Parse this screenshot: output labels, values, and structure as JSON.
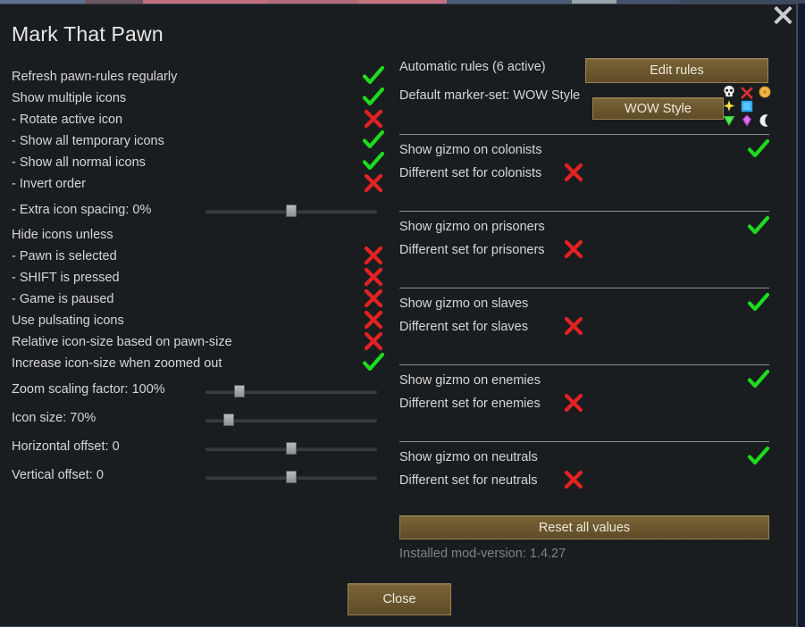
{
  "window": {
    "title": "Mark That Pawn",
    "close_icon": "close-icon"
  },
  "left_column": {
    "options": [
      {
        "label": "Refresh pawn-rules regularly",
        "state": "check"
      },
      {
        "label": "Show multiple icons",
        "state": "check"
      },
      {
        "label": "- Rotate active icon",
        "state": "cross"
      },
      {
        "label": "- Show all temporary icons",
        "state": "check"
      },
      {
        "label": "- Show all normal icons",
        "state": "check"
      },
      {
        "label": "- Invert order",
        "state": "cross"
      }
    ],
    "spacing_slider": {
      "label": "- Extra icon spacing: 0%",
      "value": 50
    },
    "options2": [
      {
        "label": "Hide icons unless",
        "state": "none"
      },
      {
        "label": "- Pawn is selected",
        "state": "cross"
      },
      {
        "label": "- SHIFT is pressed",
        "state": "cross"
      },
      {
        "label": "- Game is paused",
        "state": "cross"
      },
      {
        "label": "Use pulsating icons",
        "state": "cross"
      },
      {
        "label": "Relative icon-size based on pawn-size",
        "state": "cross"
      },
      {
        "label": "Increase icon-size when zoomed out",
        "state": "check"
      }
    ],
    "sliders": [
      {
        "label": "Zoom scaling factor: 100%",
        "value": 18
      },
      {
        "label": "Icon size: 70%",
        "value": 11
      },
      {
        "label": "Horizontal offset: 0",
        "value": 50
      },
      {
        "label": "Vertical offset: 0",
        "value": 50
      }
    ]
  },
  "right_column": {
    "automatic_rules_label": "Automatic rules (6 active)",
    "edit_rules_button": "Edit rules",
    "marker_set_label": "Default marker-set: WOW Style",
    "marker_set_button": "WOW Style",
    "marker_icons": [
      "skull-icon",
      "red-x-icon",
      "gold-coin-icon",
      "yellow-sparkle-icon",
      "blue-square-icon",
      "green-triangle-icon",
      "purple-diamond-icon",
      "white-moon-icon"
    ],
    "groups": [
      {
        "show_label": "Show gizmo on colonists",
        "show_state": "check",
        "diff_label": "Different set for colonists",
        "diff_state": "cross"
      },
      {
        "show_label": "Show gizmo on prisoners",
        "show_state": "check",
        "diff_label": "Different set for prisoners",
        "diff_state": "cross"
      },
      {
        "show_label": "Show gizmo on slaves",
        "show_state": "check",
        "diff_label": "Different set for slaves",
        "diff_state": "cross"
      },
      {
        "show_label": "Show gizmo on enemies",
        "show_state": "check",
        "diff_label": "Different set for enemies",
        "diff_state": "cross"
      },
      {
        "show_label": "Show gizmo on neutrals",
        "show_state": "check",
        "diff_label": "Different set for neutrals",
        "diff_state": "cross"
      }
    ],
    "reset_button": "Reset all values",
    "version_text": "Installed mod-version: 1.4.27"
  },
  "footer": {
    "close_button": "Close"
  },
  "colors": {
    "check": "#1ddb1d",
    "cross": "#e32222",
    "button_face": "#6b5730",
    "button_border": "#9a8350",
    "panel_bg": "#1a1d20",
    "text": "#d6d6d6",
    "dim_text": "#7e8286"
  }
}
